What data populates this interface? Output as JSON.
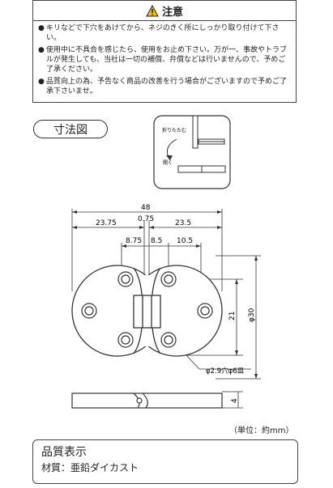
{
  "caution": {
    "title": "注意",
    "items": [
      "キリなどで下穴をあけてから、ネジのきく所にしっかり取り付けて下さい。",
      "使用中に不具合を感じたら、使用をお止め下さい。万が一、事故やトラブルが発生しても、当社は一切の補償、弁償などは行いませんので、予めご了承ください。",
      "品質向上の為、予告なく商品の改善を行う場合がございますので予めご了承下さいませ。"
    ]
  },
  "dimensions": {
    "section_title": "寸法図",
    "inset": {
      "fold_label": "折りたたむ",
      "open_label": "開く"
    },
    "labels": {
      "overall_width": "48",
      "left_half": "23.75",
      "right_half": "23.5",
      "center_gap": "0.75",
      "dim_a": "8.75",
      "dim_b": "8.5",
      "dim_c": "10.5",
      "height": "21",
      "diameter": "φ30",
      "hole": "φ2.9穴φ6皿",
      "thickness": "4"
    },
    "unit_note": "（単位：約mm）"
  },
  "quality": {
    "title": "品質表示",
    "material": "材質：亜鉛ダイカスト"
  }
}
